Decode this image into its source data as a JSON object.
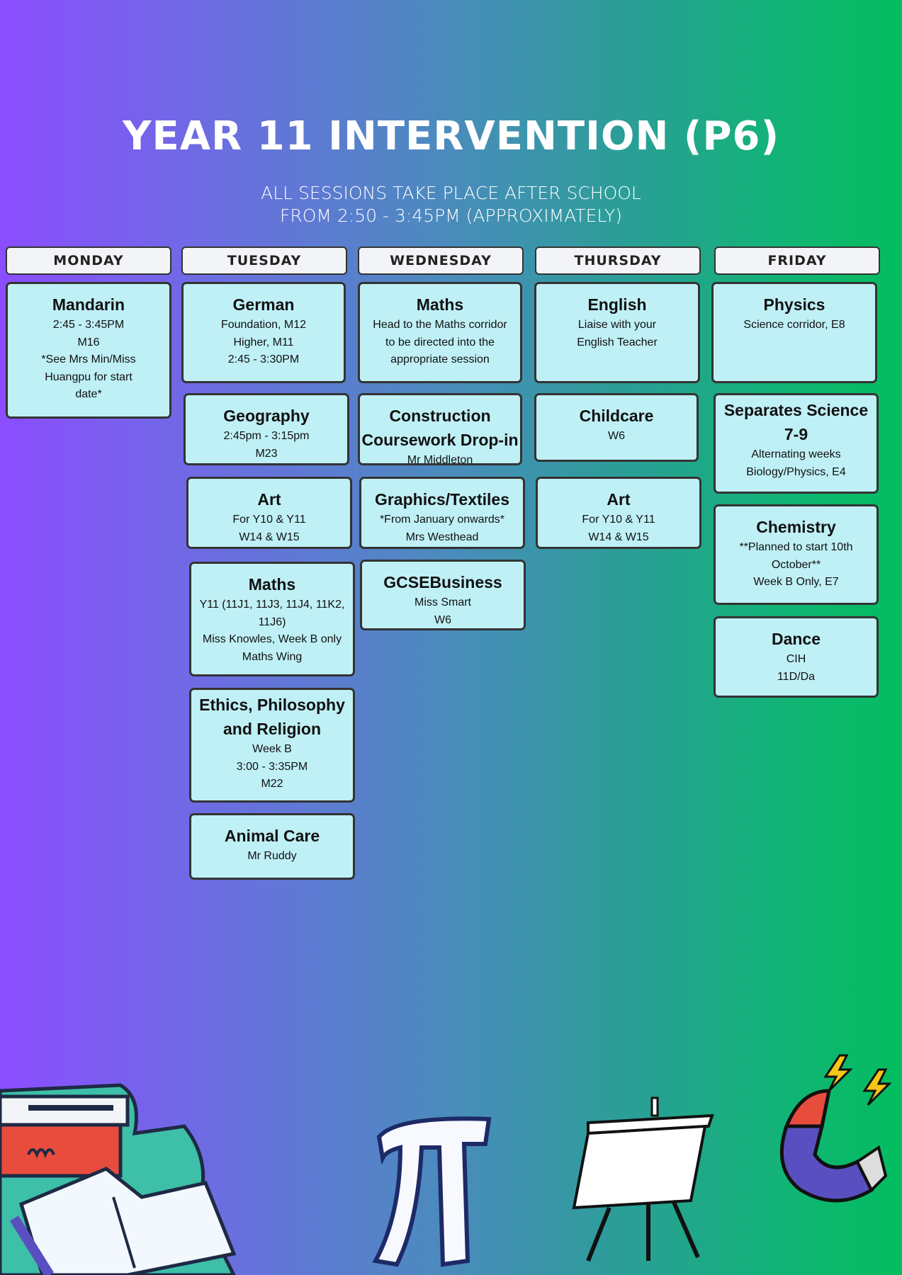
{
  "title": "YEAR 11 INTERVENTION (P6)",
  "subtitle": [
    "ALL SESSIONS TAKE PLACE AFTER SCHOOL",
    "FROM 2:50 - 3:45PM (APPROXIMATELY)"
  ],
  "days": [
    "MONDAY",
    "TUESDAY",
    "WEDNESDAY",
    "THURSDAY",
    "FRIDAY"
  ],
  "cards": [
    {
      "day": "Monday",
      "title": [
        "Mandarin"
      ],
      "lines": [
        "2:45 - 3:45PM",
        "M16",
        "*See Mrs Min/Miss",
        "Huangpu for start",
        "date*"
      ]
    },
    {
      "day": "Tuesday",
      "title": [
        "German"
      ],
      "lines": [
        "Foundation, M12",
        "Higher, M11",
        "2:45 - 3:30PM"
      ]
    },
    {
      "day": "Wednesday",
      "title": [
        "Maths"
      ],
      "lines": [
        "Head to the Maths corridor",
        "to be directed into the",
        "appropriate session"
      ]
    },
    {
      "day": "Thursday",
      "title": [
        "English"
      ],
      "lines": [
        "Liaise with your",
        "English Teacher"
      ]
    },
    {
      "day": "Friday",
      "title": [
        "Physics"
      ],
      "lines": [
        "Science corridor, E8"
      ]
    },
    {
      "day": "Tuesday",
      "title": [
        "Geography"
      ],
      "lines": [
        "2:45pm - 3:15pm",
        "M23"
      ]
    },
    {
      "day": "Wednesday",
      "title": [
        "Construction",
        "Coursework Drop-in"
      ],
      "lines": [
        "Mr Middleton"
      ]
    },
    {
      "day": "Thursday",
      "title": [
        "Childcare"
      ],
      "lines": [
        "W6"
      ]
    },
    {
      "day": "Friday",
      "title": [
        "Separates Science",
        "7-9"
      ],
      "lines": [
        "Alternating weeks",
        "Biology/Physics, E4"
      ]
    },
    {
      "day": "Tuesday",
      "title": [
        "Art"
      ],
      "lines": [
        "For Y10 & Y11",
        "W14 & W15"
      ]
    },
    {
      "day": "Wednesday",
      "title": [
        "Graphics/Textiles"
      ],
      "lines": [
        "*From January onwards*",
        "Mrs Westhead"
      ]
    },
    {
      "day": "Thursday",
      "title": [
        "Art"
      ],
      "lines": [
        "For Y10 & Y11",
        "W14 & W15"
      ]
    },
    {
      "day": "Friday",
      "title": [
        "Chemistry"
      ],
      "lines": [
        "**Planned to start 10th",
        "October**",
        "Week B Only, E7"
      ]
    },
    {
      "day": "Tuesday",
      "title": [
        "Maths"
      ],
      "lines": [
        "Y11 (11J1, 11J3, 11J4, 11K2,",
        "11J6)",
        "Miss Knowles, Week B only",
        "Maths Wing"
      ]
    },
    {
      "day": "Wednesday",
      "title": [
        "GCSEBusiness"
      ],
      "lines": [
        "Miss Smart",
        "W6"
      ]
    },
    {
      "day": "Friday",
      "title": [
        "Dance"
      ],
      "lines": [
        "CIH",
        "11D/Da"
      ]
    },
    {
      "day": "Tuesday",
      "title": [
        "Ethics, Philosophy",
        "and Religion"
      ],
      "lines": [
        "Week B",
        "3:00 - 3:35PM",
        "M22"
      ]
    },
    {
      "day": "Tuesday",
      "title": [
        "Animal Care"
      ],
      "lines": [
        "Mr Ruddy"
      ]
    }
  ]
}
